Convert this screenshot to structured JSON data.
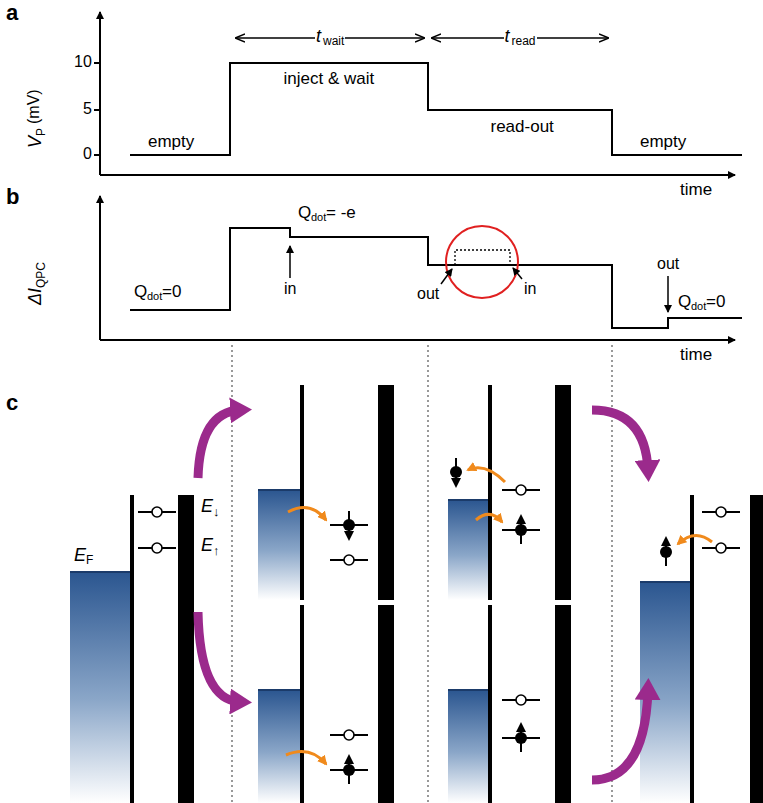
{
  "diagram": {
    "labels": [
      "a",
      "10",
      "5",
      "0",
      "V",
      "P",
      "(mV)",
      "t",
      "wait",
      "t",
      "read",
      "empty",
      "inject & wait",
      "read-out",
      "empty",
      "time",
      "b",
      "ΔI",
      "QPC",
      "Q",
      "dot",
      "=0",
      "in",
      "Q",
      "dot",
      "= -e",
      "out",
      "in",
      "out",
      "Q",
      "dot",
      "=0",
      "time",
      "c",
      "E",
      "F",
      "E",
      "↓",
      "E",
      "↑"
    ]
  }
}
